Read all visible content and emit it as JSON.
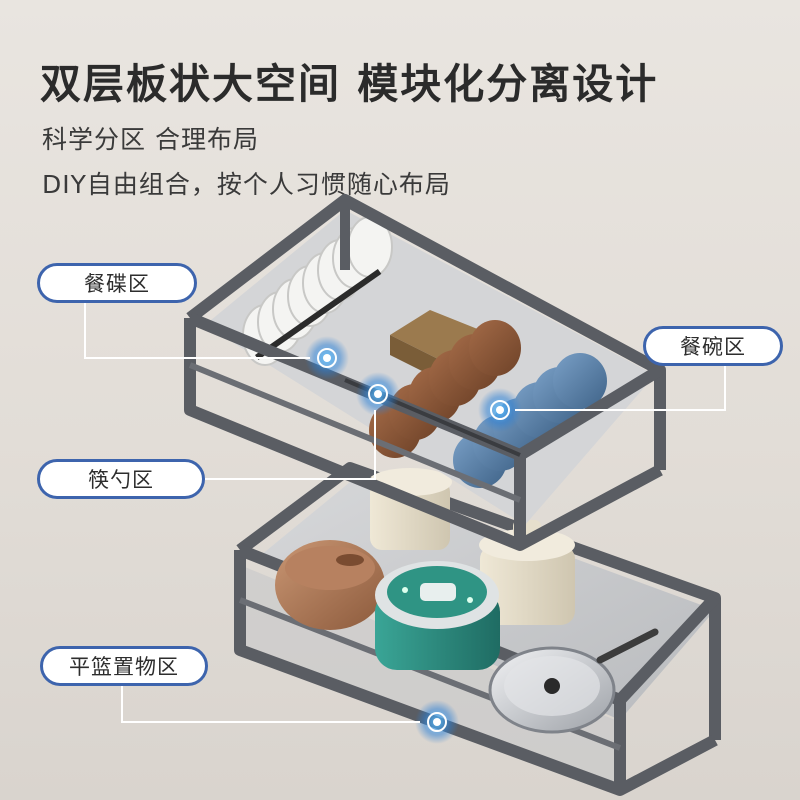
{
  "header": {
    "title": "双层板状大空间 模块化分离设计",
    "subtitle_1": "科学分区 合理布局",
    "subtitle_2": "DIY自由组合，按个人习惯随心布局"
  },
  "callouts": [
    {
      "label": "餐碟区"
    },
    {
      "label": "餐碗区"
    },
    {
      "label": "筷勺区"
    },
    {
      "label": "平篮置物区"
    }
  ],
  "colors": {
    "accent_blue": "#3d64ad",
    "frame_grey": "#5a5d63",
    "bowl_brown": "#8a5638",
    "bowl_blue": "#5a7fa6",
    "cooker_teal": "#2b8a7d"
  },
  "icons": [
    "hotspot-icon"
  ]
}
